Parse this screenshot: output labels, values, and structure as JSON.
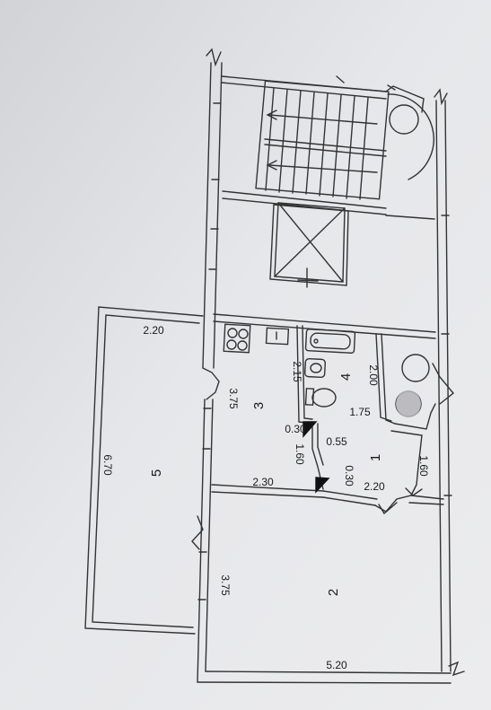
{
  "rooms": [
    {
      "id": "1",
      "label": "1"
    },
    {
      "id": "2",
      "label": "2"
    },
    {
      "id": "3",
      "label": "3"
    },
    {
      "id": "4",
      "label": "4"
    },
    {
      "id": "5",
      "label": "5"
    }
  ],
  "dimensions": [
    "2.20",
    "3.75",
    "6.70",
    "2.30",
    "3.75",
    "5.20",
    "2.15",
    "2.00",
    "1.75",
    "0.30",
    "0.55",
    "1.60",
    "0.30",
    "2.20",
    "1.60"
  ]
}
